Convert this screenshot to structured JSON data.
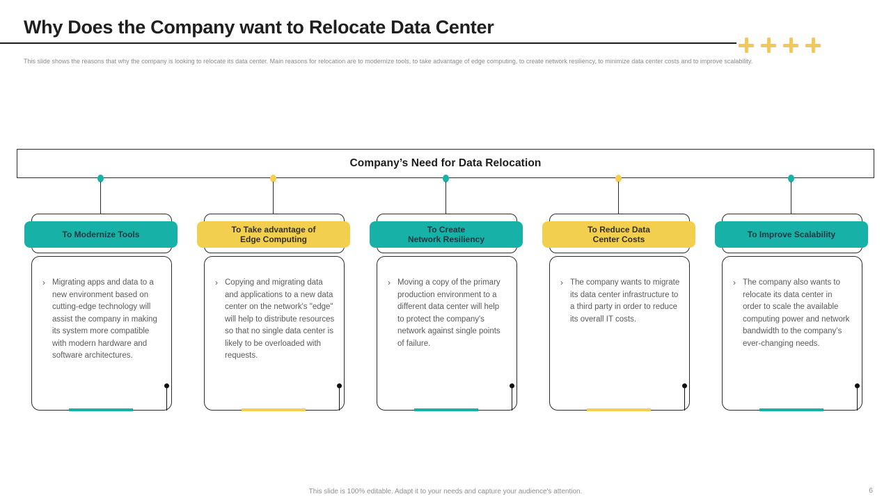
{
  "slide": {
    "title": "Why Does the Company want to Relocate Data Center",
    "subtitle": "This slide shows the reasons that why the company is looking to relocate its data center. Main reasons for relocation are to modernize tools, to take advantage of edge computing, to create network resiliency, to minimize data center costs and to improve scalability.",
    "footer_note": "This slide is 100% editable. Adapt it to your needs and capture your audience's attention.",
    "page_number": "6"
  },
  "diagram": {
    "root_label": "Company’s Need for Data Relocation",
    "bullet_glyph": "›",
    "branches": [
      {
        "label1": "To Modernize Tools",
        "label2": "",
        "accent": "teal",
        "description": "Migrating apps and data to a new environment based on cutting-edge technology will assist the company in making its system more compatible with modern hardware and software architectures."
      },
      {
        "label1": "To Take advantage of",
        "label2": "Edge Computing",
        "accent": "yellow",
        "description": "Copying and migrating data and applications to a new data center on the network's \"edge\" will help to distribute resources so that no single data center is likely to be overloaded with requests."
      },
      {
        "label1": "To Create",
        "label2": "Network Resiliency",
        "accent": "teal",
        "description": "Moving a copy of the primary production environment to a different data center will help to protect the company's network against single points of failure."
      },
      {
        "label1": "To Reduce Data",
        "label2": "Center Costs",
        "accent": "yellow",
        "description": "The company wants to migrate its data center infrastructure to a third party in order to reduce its overall IT costs."
      },
      {
        "label1": "To Improve Scalability",
        "label2": "",
        "accent": "teal",
        "description": "The company also wants to relocate its data center in order to scale the available computing power and network bandwidth to the company’s ever-changing needs."
      }
    ],
    "colors": {
      "teal": "#17b1a8",
      "yellow": "#f2cf4e",
      "plus": "#f0c95d"
    }
  }
}
